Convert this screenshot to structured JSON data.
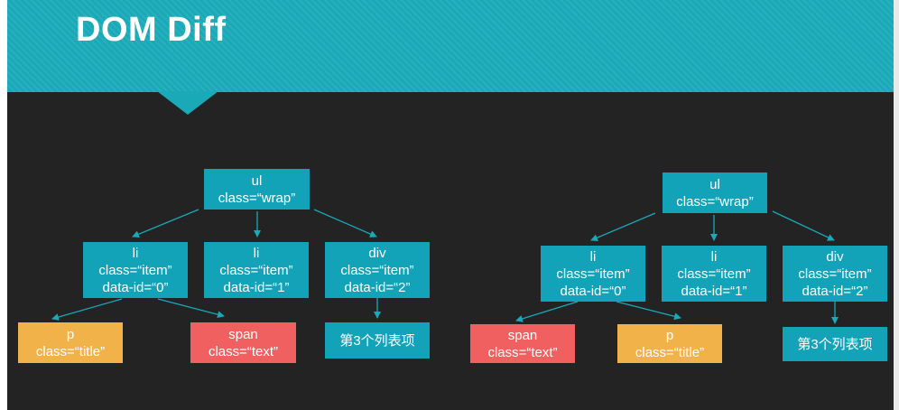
{
  "title": "DOM Diff",
  "colors": {
    "header": "#1aa9b7",
    "background": "#232323",
    "node_teal": "#13a3b8",
    "node_orange": "#f1b24a",
    "node_red": "#f06060",
    "arrow": "#1aa9b7"
  },
  "left_tree": {
    "root": {
      "tag": "ul",
      "attr": "class=“wrap”"
    },
    "children": [
      {
        "tag": "li",
        "attr1": "class=“item”",
        "attr2": "data-id=“0”"
      },
      {
        "tag": "li",
        "attr1": "class=“item”",
        "attr2": "data-id=“1”"
      },
      {
        "tag": "div",
        "attr1": "class=“item”",
        "attr2": "data-id=“2”"
      }
    ],
    "leaves": [
      {
        "tag": "p",
        "attr": "class=“title”"
      },
      {
        "tag": "span",
        "attr": "class=“text”"
      },
      {
        "text": "第3个列表项"
      }
    ]
  },
  "right_tree": {
    "root": {
      "tag": "ul",
      "attr": "class=“wrap”"
    },
    "children": [
      {
        "tag": "li",
        "attr1": "class=“item”",
        "attr2": "data-id=“0”"
      },
      {
        "tag": "li",
        "attr1": "class=“item”",
        "attr2": "data-id=“1”"
      },
      {
        "tag": "div",
        "attr1": "class=“item”",
        "attr2": "data-id=“2”"
      }
    ],
    "leaves": [
      {
        "tag": "span",
        "attr": "class=“text”"
      },
      {
        "tag": "p",
        "attr": "class=“title”"
      },
      {
        "text": "第3个列表项"
      }
    ]
  }
}
